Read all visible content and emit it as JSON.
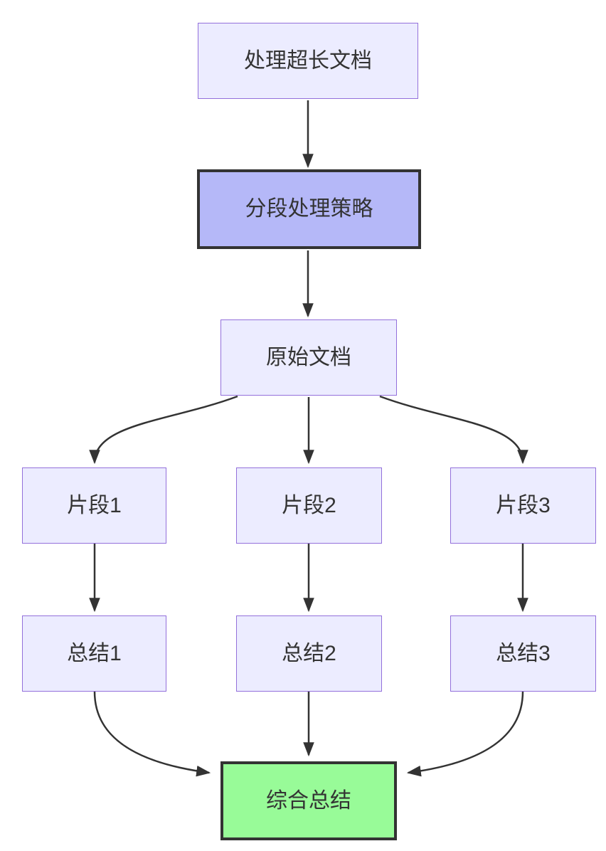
{
  "diagram": {
    "type": "flowchart",
    "direction": "top-down",
    "colors": {
      "background": "#ffffff",
      "node_fill": "#ECECFF",
      "node_border": "#9370DB",
      "highlight_node_fill": "#b5b8f8",
      "final_node_fill": "#98FB98",
      "emphasis_border": "#333333",
      "edge_color": "#333333",
      "text_color": "#333333"
    },
    "nodes": [
      {
        "id": "A",
        "label": "处理超长文档",
        "style": "default"
      },
      {
        "id": "B",
        "label": "分段处理策略",
        "style": "highlight"
      },
      {
        "id": "C",
        "label": "原始文档",
        "style": "default"
      },
      {
        "id": "D1",
        "label": "片段1",
        "style": "default"
      },
      {
        "id": "D2",
        "label": "片段2",
        "style": "default"
      },
      {
        "id": "D3",
        "label": "片段3",
        "style": "default"
      },
      {
        "id": "E1",
        "label": "总结1",
        "style": "default"
      },
      {
        "id": "E2",
        "label": "总结2",
        "style": "default"
      },
      {
        "id": "E3",
        "label": "总结3",
        "style": "default"
      },
      {
        "id": "F",
        "label": "综合总结",
        "style": "final"
      }
    ],
    "edges": [
      {
        "from": "A",
        "to": "B"
      },
      {
        "from": "B",
        "to": "C"
      },
      {
        "from": "C",
        "to": "D1"
      },
      {
        "from": "C",
        "to": "D2"
      },
      {
        "from": "C",
        "to": "D3"
      },
      {
        "from": "D1",
        "to": "E1"
      },
      {
        "from": "D2",
        "to": "E2"
      },
      {
        "from": "D3",
        "to": "E3"
      },
      {
        "from": "E1",
        "to": "F"
      },
      {
        "from": "E2",
        "to": "F"
      },
      {
        "from": "E3",
        "to": "F"
      }
    ]
  }
}
